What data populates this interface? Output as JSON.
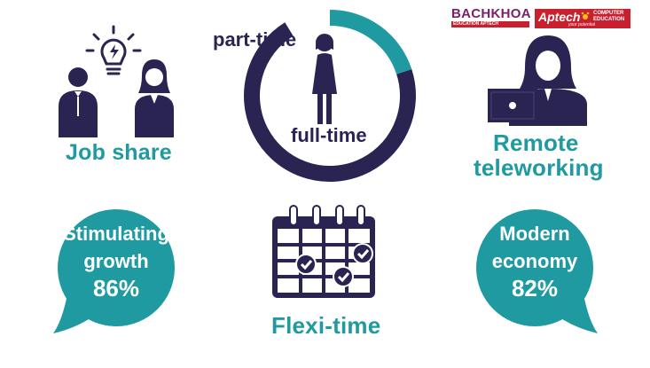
{
  "job_share": {
    "label": "Job share"
  },
  "work_ring": {
    "part_time_label": "part-time",
    "full_time_label": "full-time",
    "part_time_fraction": 0.2
  },
  "remote": {
    "line1": "Remote",
    "line2": "teleworking"
  },
  "logo": {
    "brand1": "BACHKHOA",
    "brand1_sub": "EDUCATION APTECH",
    "brand2": "Aptech",
    "brand2_sub1": "COMPUTER",
    "brand2_sub2": "EDUCATION",
    "tagline": "your potential"
  },
  "bubble_left": {
    "line1": "Stimulating",
    "line2": "growth",
    "value": "86%"
  },
  "bubble_right": {
    "line1": "Modern",
    "line2": "economy",
    "value": "82%"
  },
  "flexi": {
    "label": "Flexi-time"
  },
  "colors": {
    "navy": "#2a2452",
    "teal": "#1e9aa0",
    "ring_gray": "#eaeaf0"
  }
}
